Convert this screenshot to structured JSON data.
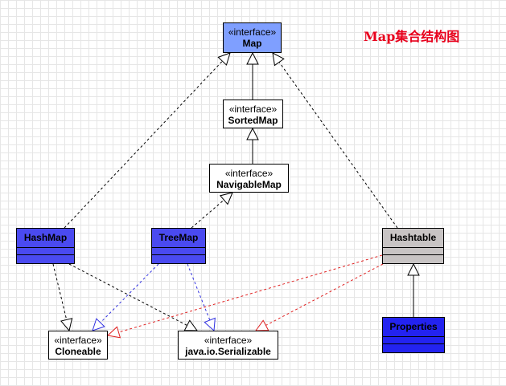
{
  "title": "Map集合结构图",
  "stereotype": "«interface»",
  "nodes": {
    "map": {
      "name": "Map"
    },
    "sortedmap": {
      "name": "SortedMap"
    },
    "navigablemap": {
      "name": "NavigableMap"
    },
    "hashmap": {
      "name": "HashMap"
    },
    "treemap": {
      "name": "TreeMap"
    },
    "hashtable": {
      "name": "Hashtable"
    },
    "properties": {
      "name": "Properties"
    },
    "cloneable": {
      "name": "Cloneable"
    },
    "serializable": {
      "name": "java.io.Serializable"
    }
  },
  "colors": {
    "map_fill": "#7f9fff",
    "hashmap_fill": "#4a4af0",
    "treemap_fill": "#4a4af0",
    "hashtable_fill": "#c8c4c4",
    "properties_fill": "#2323f0",
    "title": "#e8001c",
    "edge_black": "#000000",
    "edge_blue": "#3030e0",
    "edge_red": "#e02020"
  },
  "edges": [
    {
      "from": "sortedmap",
      "to": "map",
      "style": "solid",
      "color": "black"
    },
    {
      "from": "navigablemap",
      "to": "sortedmap",
      "style": "solid",
      "color": "black"
    },
    {
      "from": "hashmap",
      "to": "map",
      "style": "dashed",
      "color": "black"
    },
    {
      "from": "hashtable",
      "to": "map",
      "style": "dashed",
      "color": "black"
    },
    {
      "from": "treemap",
      "to": "navigablemap",
      "style": "dashed",
      "color": "black"
    },
    {
      "from": "hashmap",
      "to": "cloneable",
      "style": "dashed",
      "color": "black"
    },
    {
      "from": "hashmap",
      "to": "serializable",
      "style": "dashed",
      "color": "black"
    },
    {
      "from": "treemap",
      "to": "cloneable",
      "style": "dashed",
      "color": "blue"
    },
    {
      "from": "treemap",
      "to": "serializable",
      "style": "dashed",
      "color": "blue"
    },
    {
      "from": "hashtable",
      "to": "cloneable",
      "style": "dashed",
      "color": "red"
    },
    {
      "from": "hashtable",
      "to": "serializable",
      "style": "dashed",
      "color": "red"
    },
    {
      "from": "properties",
      "to": "hashtable",
      "style": "solid",
      "color": "black"
    }
  ]
}
